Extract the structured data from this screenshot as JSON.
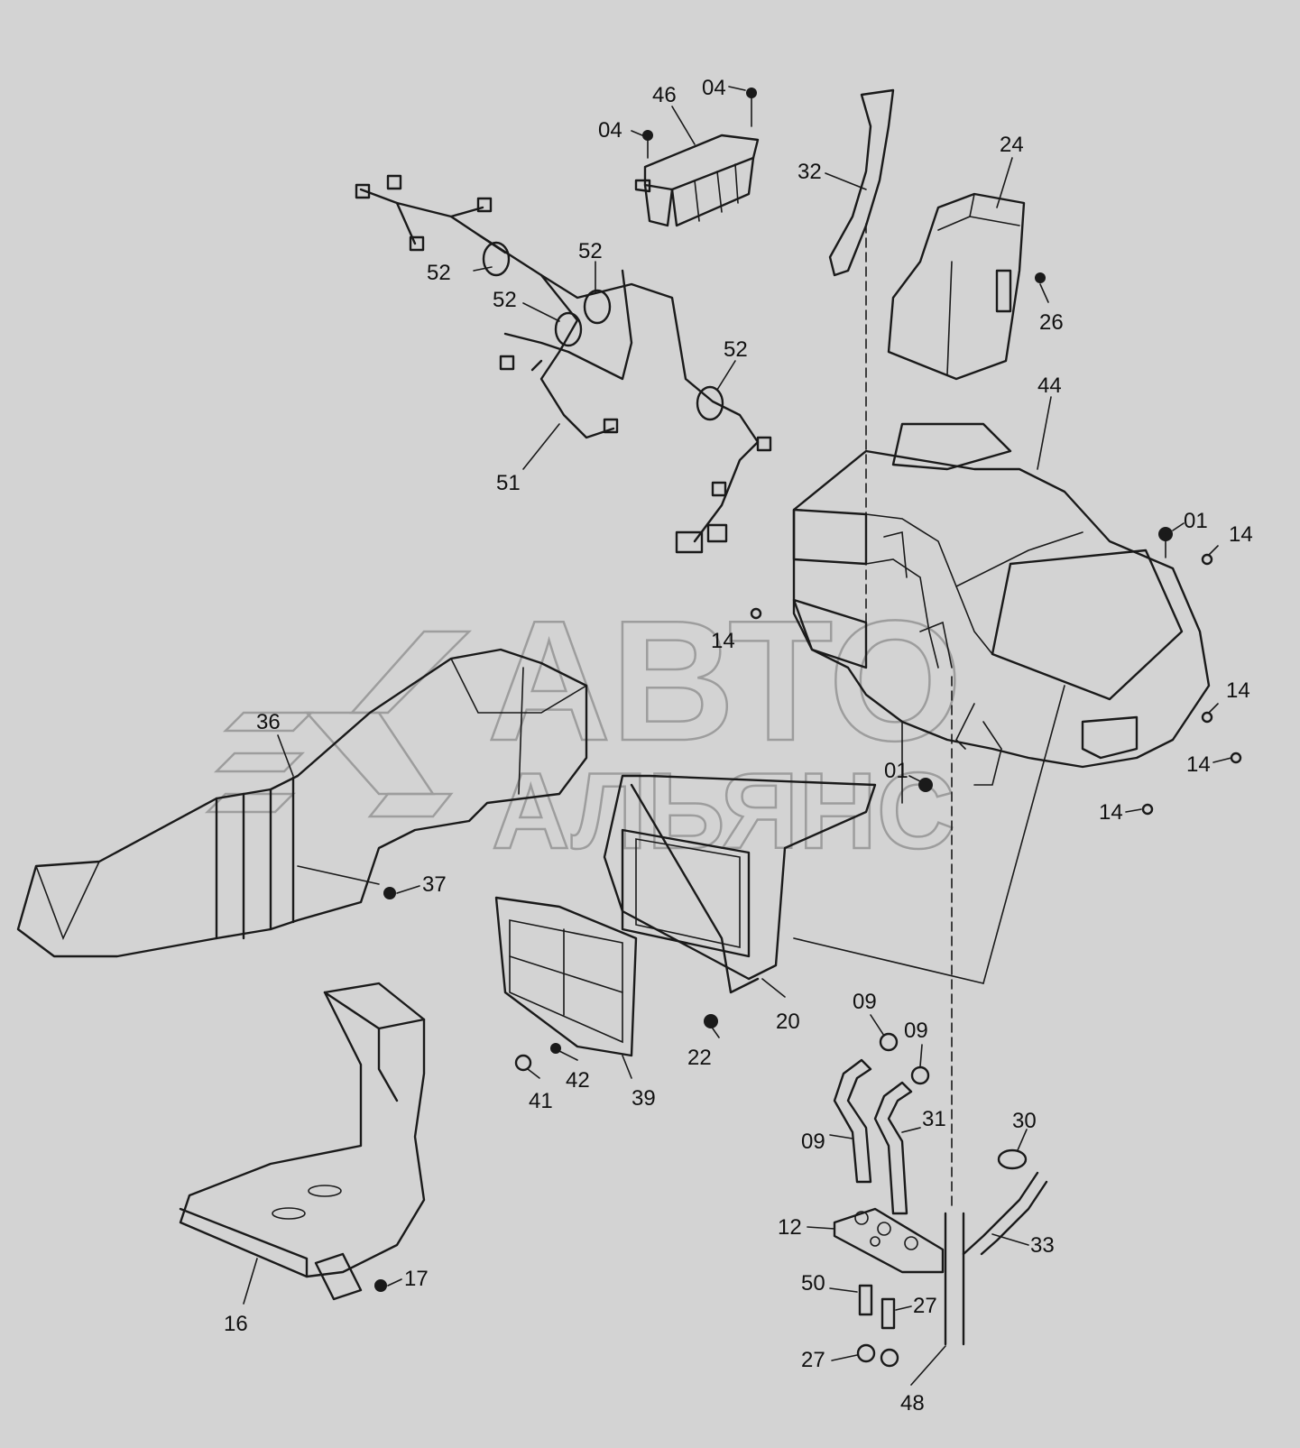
{
  "labels": [
    {
      "id": "l46",
      "text": "46"
    },
    {
      "id": "l04a",
      "text": "04"
    },
    {
      "id": "l04b",
      "text": "04"
    },
    {
      "id": "l32",
      "text": "32"
    },
    {
      "id": "l24",
      "text": "24"
    },
    {
      "id": "l26",
      "text": "26"
    },
    {
      "id": "l52a",
      "text": "52"
    },
    {
      "id": "l52b",
      "text": "52"
    },
    {
      "id": "l52c",
      "text": "52"
    },
    {
      "id": "l52d",
      "text": "52"
    },
    {
      "id": "l51",
      "text": "51"
    },
    {
      "id": "l44",
      "text": "44"
    },
    {
      "id": "l01a",
      "text": "01"
    },
    {
      "id": "l14a",
      "text": "14"
    },
    {
      "id": "l14b",
      "text": "14"
    },
    {
      "id": "l14c",
      "text": "14"
    },
    {
      "id": "l14d",
      "text": "14"
    },
    {
      "id": "l14e",
      "text": "14"
    },
    {
      "id": "l36",
      "text": "36"
    },
    {
      "id": "l01b",
      "text": "01"
    },
    {
      "id": "l37",
      "text": "37"
    },
    {
      "id": "l20",
      "text": "20"
    },
    {
      "id": "l22",
      "text": "22"
    },
    {
      "id": "l39",
      "text": "39"
    },
    {
      "id": "l42",
      "text": "42"
    },
    {
      "id": "l41",
      "text": "41"
    },
    {
      "id": "l09a",
      "text": "09"
    },
    {
      "id": "l09b",
      "text": "09"
    },
    {
      "id": "l09c",
      "text": "09"
    },
    {
      "id": "l31",
      "text": "31"
    },
    {
      "id": "l30",
      "text": "30"
    },
    {
      "id": "l12",
      "text": "12"
    },
    {
      "id": "l33",
      "text": "33"
    },
    {
      "id": "l50",
      "text": "50"
    },
    {
      "id": "l27a",
      "text": "27"
    },
    {
      "id": "l27b",
      "text": "27"
    },
    {
      "id": "l48",
      "text": "48"
    },
    {
      "id": "l16",
      "text": "16"
    },
    {
      "id": "l17",
      "text": "17"
    }
  ],
  "watermark": {
    "line1": "АВТО",
    "line2": "АЛЬЯНС"
  }
}
